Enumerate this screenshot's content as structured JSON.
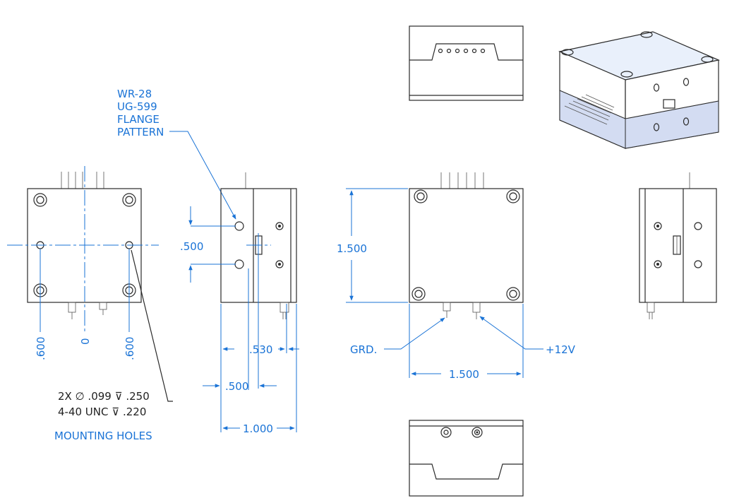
{
  "labels": {
    "flange_line1": "WR-28",
    "flange_line2": "UG-599",
    "flange_line3": "FLANGE",
    "flange_line4": "PATTERN",
    "dim_600_left": ".600",
    "dim_0": "0",
    "dim_600_right": ".600",
    "hole_line1": "2X ∅ .099 ⊽ .250",
    "hole_line2": "4-40 UNC ⊽ .220",
    "mounting_holes": "MOUNTING HOLES",
    "dim_500_vertical": ".500",
    "dim_530": ".530",
    "dim_500_horizontal": ".500",
    "dim_1000": "1.000",
    "dim_1500_height": "1.500",
    "dim_1500_width": "1.500",
    "grd": "GRD.",
    "plus12v": "+12V"
  },
  "colors": {
    "dimension": "#1a73d6",
    "outline": "#2a2a2a",
    "iso_top": "#e9f0fb",
    "iso_band": "#d3dcf2"
  }
}
